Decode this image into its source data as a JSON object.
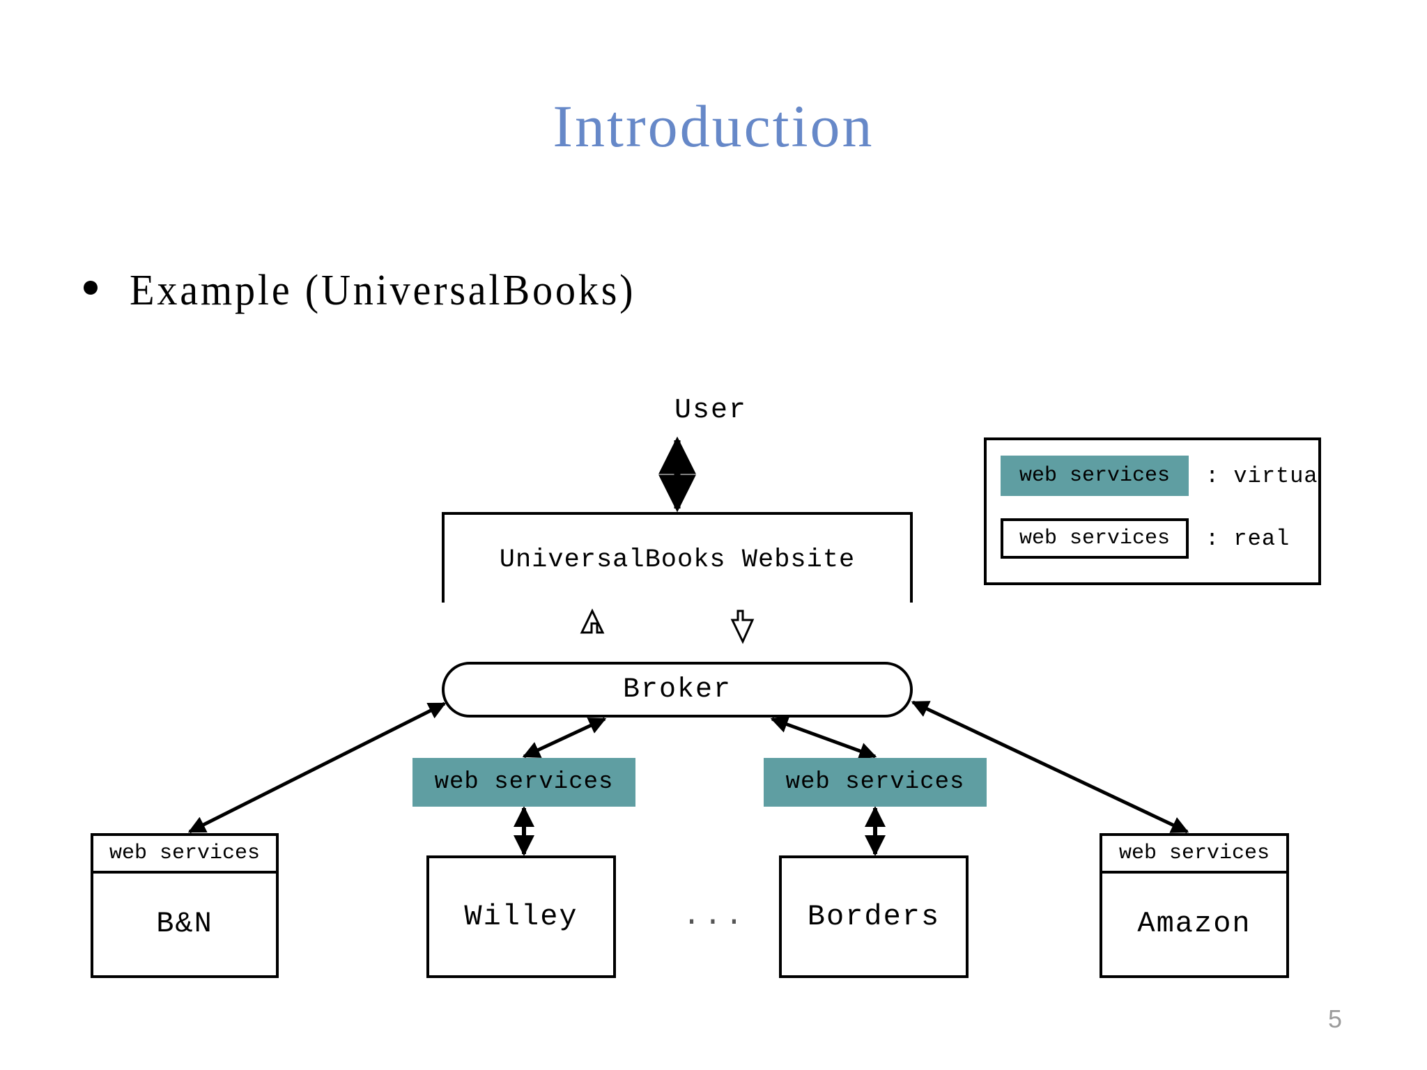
{
  "slide": {
    "title": "Introduction",
    "title_color": "#6688c8",
    "page_number": "5"
  },
  "bullets": [
    {
      "text": "Example (UniversalBooks)"
    }
  ],
  "diagram": {
    "actor_label": "User",
    "website_label": "UniversalBooks Website",
    "broker_label": "Broker",
    "ellipsis": "...",
    "virtual_color": "#5f9ea2",
    "web_services_label": "web services",
    "virtual_services": [
      {
        "label": "web services"
      },
      {
        "label": "web services"
      }
    ],
    "stores": [
      {
        "name": "B&N",
        "service_label": "web services",
        "service_kind": "real"
      },
      {
        "name": "Willey",
        "service_label": "web services",
        "service_kind": "virtual"
      },
      {
        "name": "Borders",
        "service_label": "web services",
        "service_kind": "virtual"
      },
      {
        "name": "Amazon",
        "service_label": "web services",
        "service_kind": "real"
      }
    ]
  },
  "legend": {
    "rows": [
      {
        "swatch_label": "web services",
        "separator": ":",
        "description": ": virtual",
        "kind": "virtual"
      },
      {
        "swatch_label": "web services",
        "separator": ":",
        "description": ": real",
        "kind": "real"
      }
    ]
  }
}
